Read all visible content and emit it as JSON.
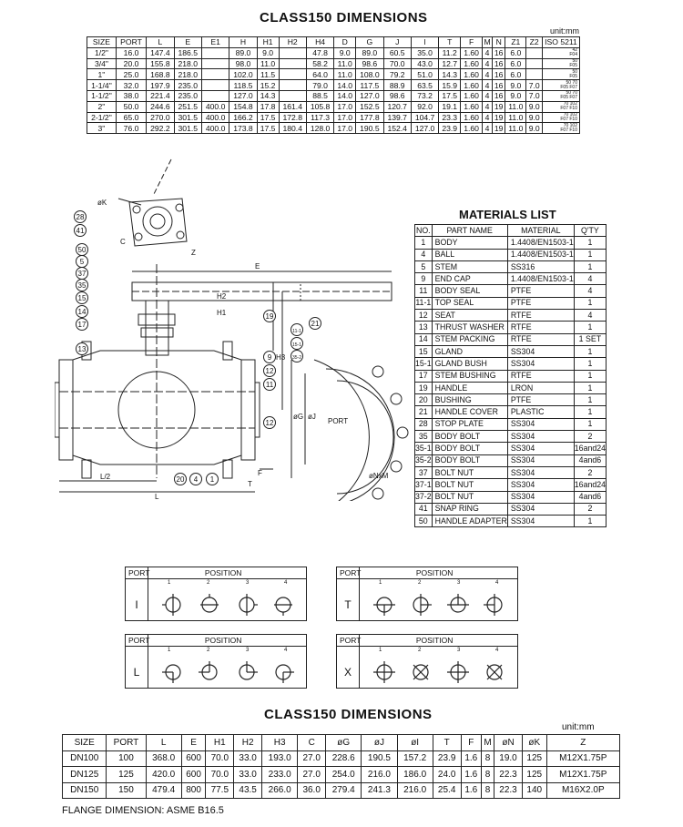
{
  "top_title": "CLASS150  DIMENSIONS",
  "top_unit": "unit:mm",
  "dim1": {
    "headers": [
      "SIZE",
      "PORT",
      "L",
      "E",
      "E1",
      "H",
      "H1",
      "H2",
      "H4",
      "D",
      "G",
      "J",
      "I",
      "T",
      "F",
      "M",
      "N",
      "Z1",
      "Z2",
      "ISO 5211"
    ],
    "rows": [
      {
        "cells": [
          "1/2\"",
          "16.0",
          "147.4",
          "186.5",
          "",
          "89.0",
          "9.0",
          "",
          "47.8",
          "9.0",
          "89.0",
          "60.5",
          "35.0",
          "11.2",
          "1.60",
          "4",
          "16",
          "6.0",
          ""
        ],
        "iso": [
          "42",
          "F04"
        ]
      },
      {
        "cells": [
          "3/4\"",
          "20.0",
          "155.8",
          "218.0",
          "",
          "98.0",
          "11.0",
          "",
          "58.2",
          "11.0",
          "98.6",
          "70.0",
          "43.0",
          "12.7",
          "1.60",
          "4",
          "16",
          "6.0",
          ""
        ],
        "iso": [
          "50",
          "F05"
        ]
      },
      {
        "cells": [
          "1\"",
          "25.0",
          "168.8",
          "218.0",
          "",
          "102.0",
          "11.5",
          "",
          "64.0",
          "11.0",
          "108.0",
          "79.2",
          "51.0",
          "14.3",
          "1.60",
          "4",
          "16",
          "6.0",
          ""
        ],
        "iso": [
          "50",
          "F05"
        ]
      },
      {
        "cells": [
          "1-1/4\"",
          "32.0",
          "197.9",
          "235.0",
          "",
          "118.5",
          "15.2",
          "",
          "79.0",
          "14.0",
          "117.5",
          "88.9",
          "63.5",
          "15.9",
          "1.60",
          "4",
          "16",
          "9.0",
          "7.0"
        ],
        "iso": [
          "50  70",
          "F05  F07"
        ]
      },
      {
        "cells": [
          "1-1/2\"",
          "38.0",
          "221.4",
          "235.0",
          "",
          "127.0",
          "14.3",
          "",
          "88.5",
          "14.0",
          "127.0",
          "98.6",
          "73.2",
          "17.5",
          "1.60",
          "4",
          "16",
          "9.0",
          "7.0"
        ],
        "iso": [
          "50  70",
          "F05  F07"
        ]
      },
      {
        "cells": [
          "2\"",
          "50.0",
          "244.6",
          "251.5",
          "400.0",
          "154.8",
          "17.8",
          "161.4",
          "105.8",
          "17.0",
          "152.5",
          "120.7",
          "92.0",
          "19.1",
          "1.60",
          "4",
          "19",
          "11.0",
          "9.0"
        ],
        "iso": [
          "70  102",
          "F07  F10"
        ]
      },
      {
        "cells": [
          "2-1/2\"",
          "65.0",
          "270.0",
          "301.5",
          "400.0",
          "166.2",
          "17.5",
          "172.8",
          "117.3",
          "17.0",
          "177.8",
          "139.7",
          "104.7",
          "23.3",
          "1.60",
          "4",
          "19",
          "11.0",
          "9.0"
        ],
        "iso": [
          "70  102",
          "F07  F10"
        ]
      },
      {
        "cells": [
          "3\"",
          "76.0",
          "292.2",
          "301.5",
          "400.0",
          "173.8",
          "17.5",
          "180.4",
          "128.0",
          "17.0",
          "190.5",
          "152.4",
          "127.0",
          "23.9",
          "1.60",
          "4",
          "19",
          "11.0",
          "9.0"
        ],
        "iso": [
          "70  102",
          "F07  F10"
        ]
      }
    ]
  },
  "materials": {
    "title": "MATERIALS LIST",
    "headers": [
      "NO.",
      "PART NAME",
      "MATERIAL",
      "Q'TY"
    ],
    "rows": [
      [
        "1",
        "BODY",
        "1.4408/EN1503-1",
        "1"
      ],
      [
        "4",
        "BALL",
        "1.4408/EN1503-1",
        "1"
      ],
      [
        "5",
        "STEM",
        "SS316",
        "1"
      ],
      [
        "9",
        "END CAP",
        "1.4408/EN1503-1",
        "4"
      ],
      [
        "11",
        "BODY SEAL",
        "PTFE",
        "4"
      ],
      [
        "11-1",
        "TOP SEAL",
        "PTFE",
        "1"
      ],
      [
        "12",
        "SEAT",
        "RTFE",
        "4"
      ],
      [
        "13",
        "THRUST WASHER",
        "RTFE",
        "1"
      ],
      [
        "14",
        "STEM PACKING",
        "RTFE",
        "1 SET"
      ],
      [
        "15",
        "GLAND",
        "SS304",
        "1"
      ],
      [
        "15-1",
        "GLAND BUSH",
        "SS304",
        "1"
      ],
      [
        "17",
        "STEM BUSHING",
        "RTFE",
        "1"
      ],
      [
        "19",
        "HANDLE",
        "LRON",
        "1"
      ],
      [
        "20",
        "BUSHING",
        "PTFE",
        "1"
      ],
      [
        "21",
        "HANDLE  COVER",
        "PLASTIC",
        "1"
      ],
      [
        "28",
        "STOP PLATE",
        "SS304",
        "1"
      ],
      [
        "35",
        "BODY BOLT",
        "SS304",
        "2"
      ],
      [
        "35-1",
        "BODY BOLT",
        "SS304",
        "16and24"
      ],
      [
        "35-2",
        "BODY BOLT",
        "SS304",
        "4and6"
      ],
      [
        "37",
        "BOLT  NUT",
        "SS304",
        "2"
      ],
      [
        "37-1",
        "BOLT  NUT",
        "SS304",
        "16and24"
      ],
      [
        "37-2",
        "BOLT  NUT",
        "SS304",
        "4and6"
      ],
      [
        "41",
        "SNAP RING",
        "SS304",
        "2"
      ],
      [
        "50",
        "HANDLE ADAPTER",
        "SS304",
        "1"
      ]
    ]
  },
  "drawing": {
    "callouts_left": [
      "28",
      "41",
      "50",
      "5",
      "37",
      "35",
      "15",
      "14",
      "17",
      "13"
    ],
    "callouts_right": [
      "19",
      "21",
      "11-1",
      "15-1",
      "35-2",
      "9",
      "12",
      "11",
      "12"
    ],
    "callouts_bottom": [
      "20",
      "4",
      "1"
    ],
    "dims": {
      "k": "øK",
      "c": "C",
      "z": "Z",
      "e": "E",
      "h1": "H1",
      "h2": "H2",
      "h3": "H3",
      "g": "øG",
      "j": "øJ",
      "port": "PORT",
      "l2": "L/2",
      "l": "L",
      "f": "F",
      "t": "T",
      "nxm": "øNxM"
    }
  },
  "positions": {
    "port_label": "PORT",
    "position_label": "POSITION",
    "numbers": [
      "1",
      "2",
      "3",
      "4"
    ],
    "boxes": [
      {
        "letter": "I"
      },
      {
        "letter": "T"
      },
      {
        "letter": "L"
      },
      {
        "letter": "X"
      }
    ]
  },
  "bottom_title": "CLASS150  DIMENSIONS",
  "bottom_unit": "unit:mm",
  "dim2": {
    "headers": [
      "SIZE",
      "PORT",
      "L",
      "E",
      "H1",
      "H2",
      "H3",
      "C",
      "øG",
      "øJ",
      "øI",
      "T",
      "F",
      "M",
      "øN",
      "øK",
      "Z"
    ],
    "rows": [
      [
        "DN100",
        "100",
        "368.0",
        "600",
        "70.0",
        "33.0",
        "193.0",
        "27.0",
        "228.6",
        "190.5",
        "157.2",
        "23.9",
        "1.6",
        "8",
        "19.0",
        "125",
        "M12X1.75P"
      ],
      [
        "DN125",
        "125",
        "420.0",
        "600",
        "70.0",
        "33.0",
        "233.0",
        "27.0",
        "254.0",
        "216.0",
        "186.0",
        "24.0",
        "1.6",
        "8",
        "22.3",
        "125",
        "M12X1.75P"
      ],
      [
        "DN150",
        "150",
        "479.4",
        "800",
        "77.5",
        "43.5",
        "266.0",
        "36.0",
        "279.4",
        "241.3",
        "216.0",
        "25.4",
        "1.6",
        "8",
        "22.3",
        "140",
        "M16X2.0P"
      ]
    ]
  },
  "footer": "FLANGE DIMENSION: ASME B16.5",
  "colors": {
    "line": "#222222",
    "background": "#ffffff",
    "text": "#111111"
  }
}
